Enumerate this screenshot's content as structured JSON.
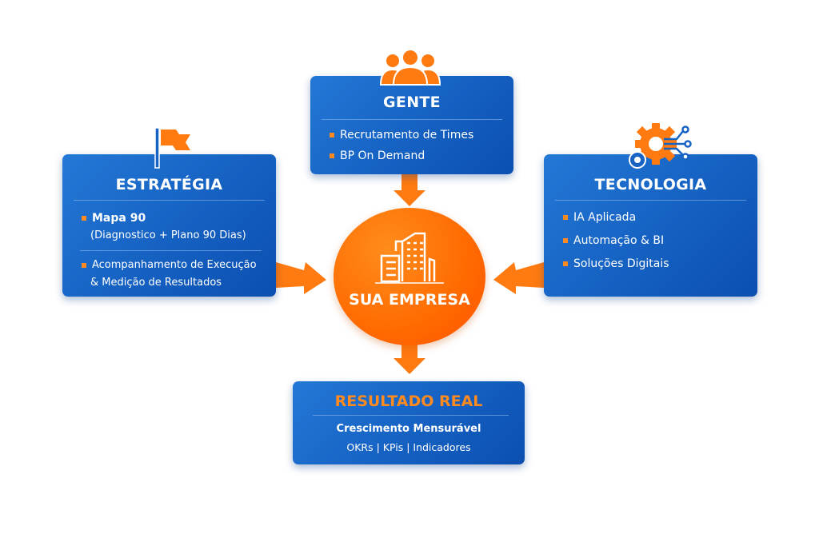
{
  "colors": {
    "blue": "#1663c4",
    "orange": "#ff7a10"
  },
  "gente": {
    "title": "GENTE",
    "items": [
      "Recrutamento de Times",
      "BP On Demand"
    ],
    "icon": "people-icon"
  },
  "estrategia": {
    "title": "ESTRATÉGIA",
    "item1_title": "Mapa 90",
    "item1_sub": "(Diagnostico + Plano 90 Dias)",
    "item2_line1": "Acompanhamento de Execução",
    "item2_line2": "& Medição de Resultados",
    "icon": "flag-icon"
  },
  "tecnologia": {
    "title": "TECNOLOGIA",
    "items": [
      "IA Aplicada",
      "Automação & BI",
      "Soluções Digitais"
    ],
    "icon": "gear-circuit-icon"
  },
  "center": {
    "label": "SUA EMPRESA",
    "icon": "building-icon"
  },
  "resultado": {
    "title": "RESULTADO REAL",
    "subtitle": "Crescimento Mensurável",
    "metrics": "OKRs | KPis | Indicadores"
  }
}
